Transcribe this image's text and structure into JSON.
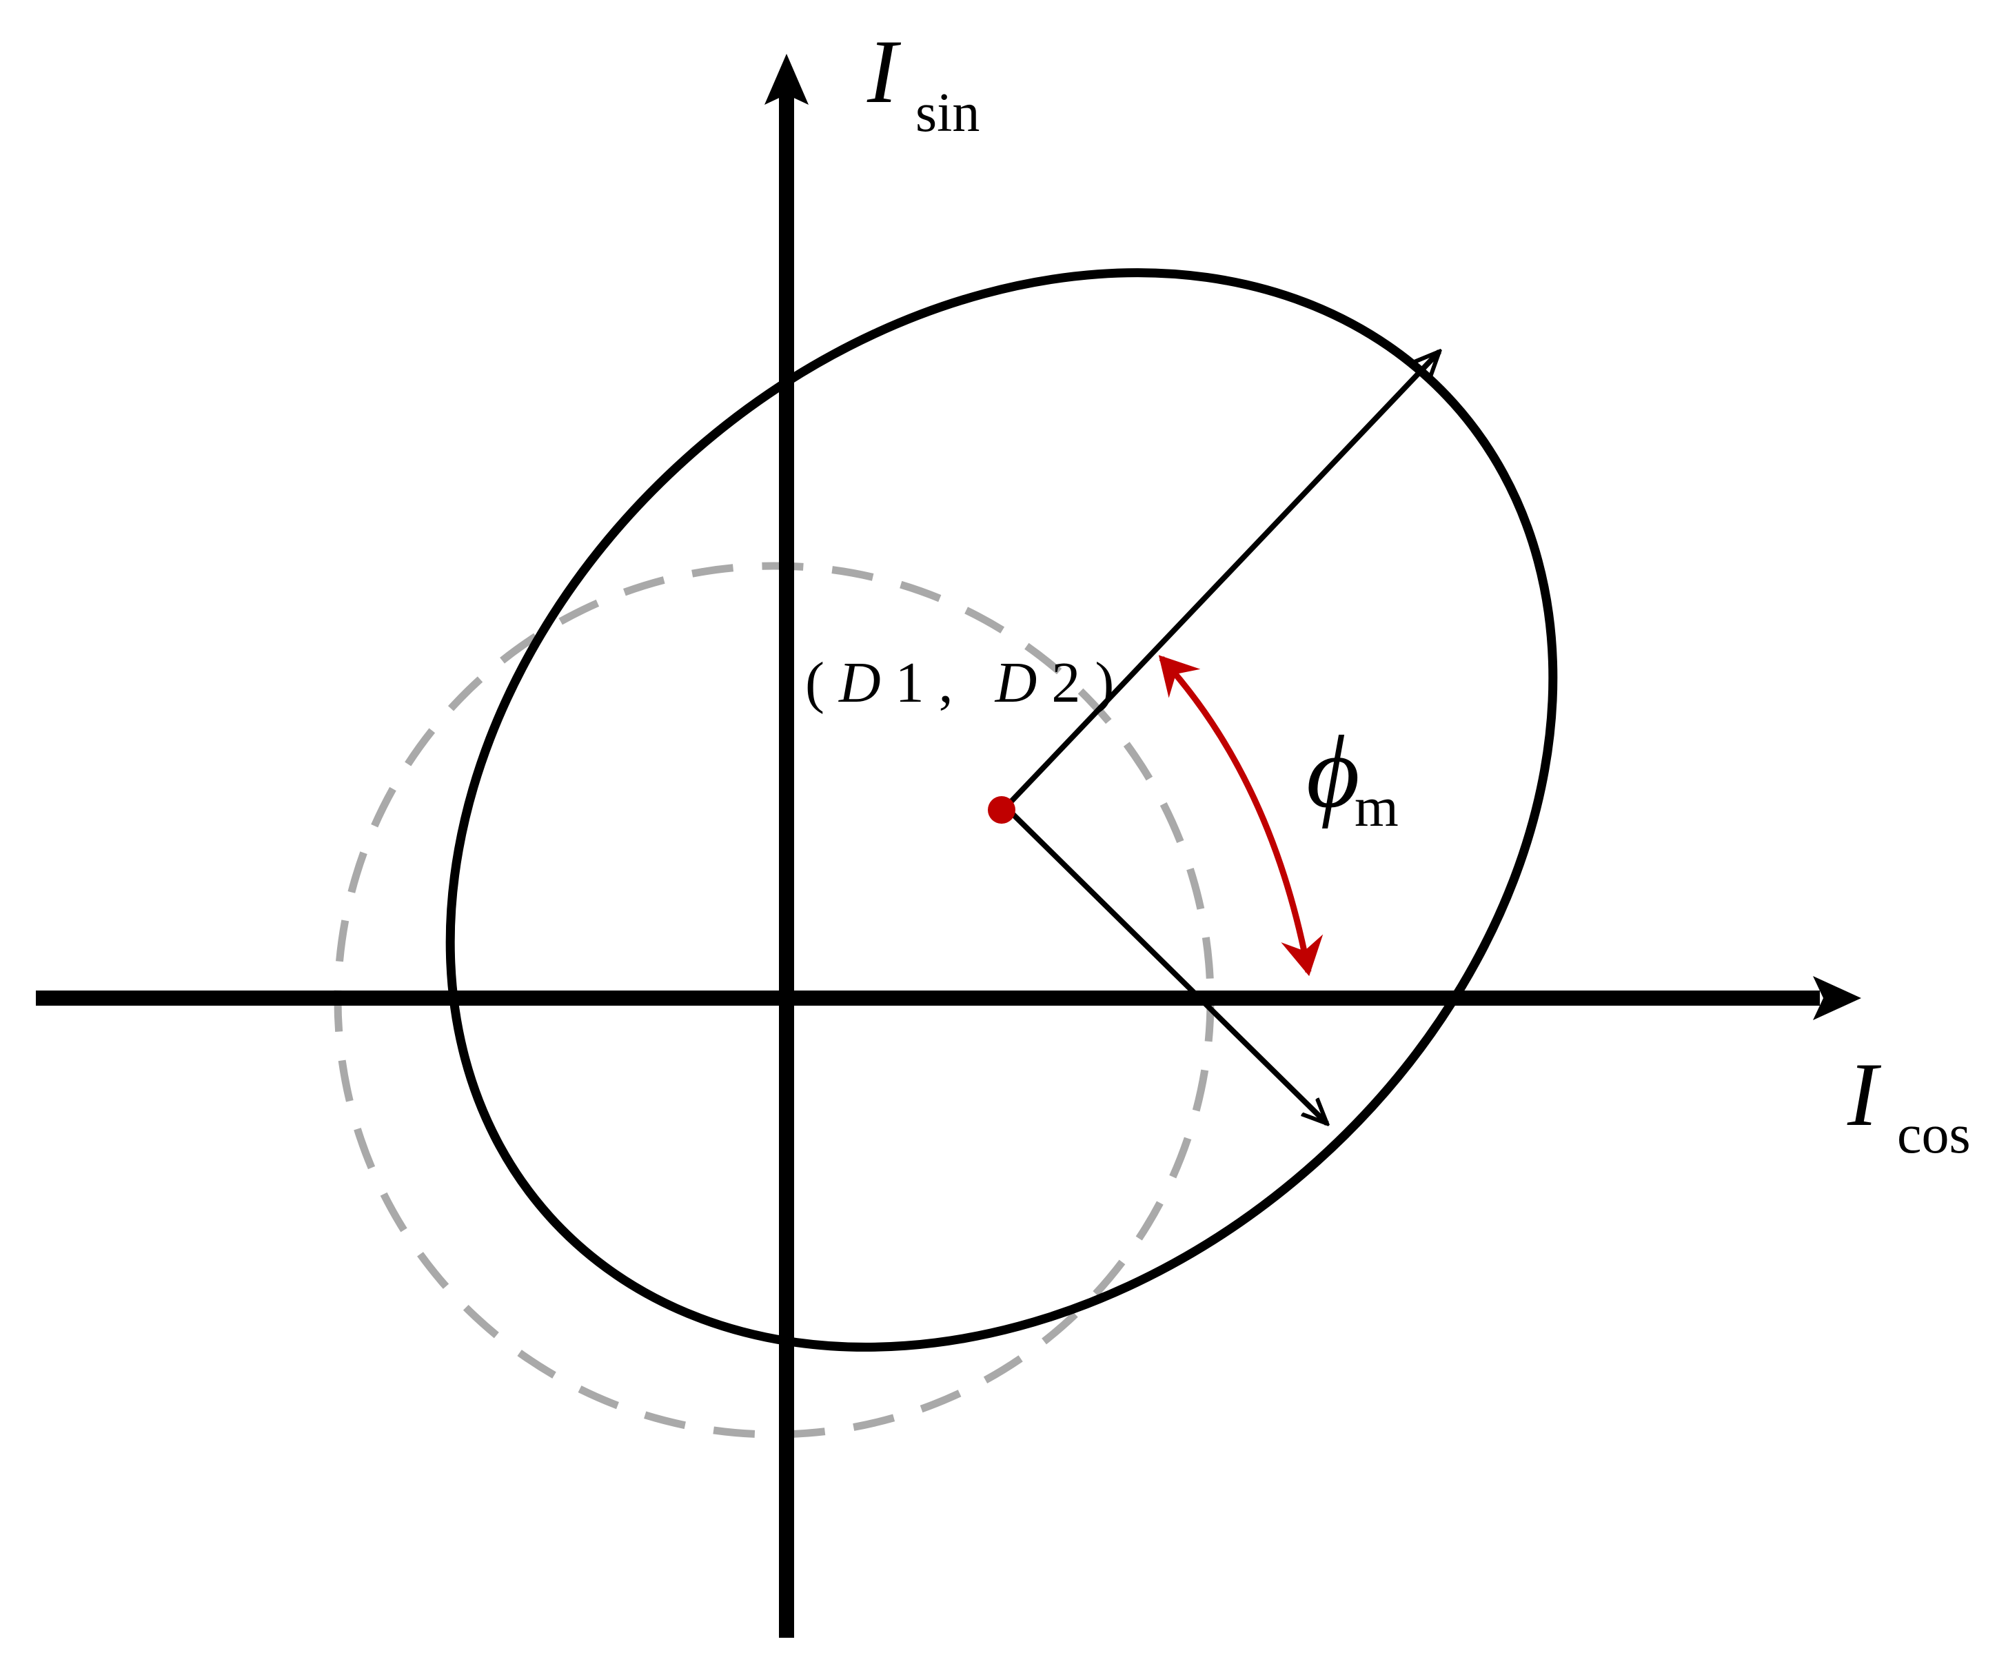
{
  "axes": {
    "x_label": {
      "main": "I",
      "sub": "cos"
    },
    "y_label": {
      "main": "I",
      "sub": "sin"
    }
  },
  "center_label": {
    "open": "(",
    "d1_var": "D",
    "d1_idx": "1",
    "sep": ",",
    "d2_var": "D",
    "d2_idx": "2",
    "close": ")"
  },
  "angle_label": {
    "main": "ϕ",
    "sub": "m"
  },
  "colors": {
    "curve": "#000000",
    "circle": "#a9a9a9",
    "angle_arc": "#c00000",
    "center_point": "#c00000"
  }
}
